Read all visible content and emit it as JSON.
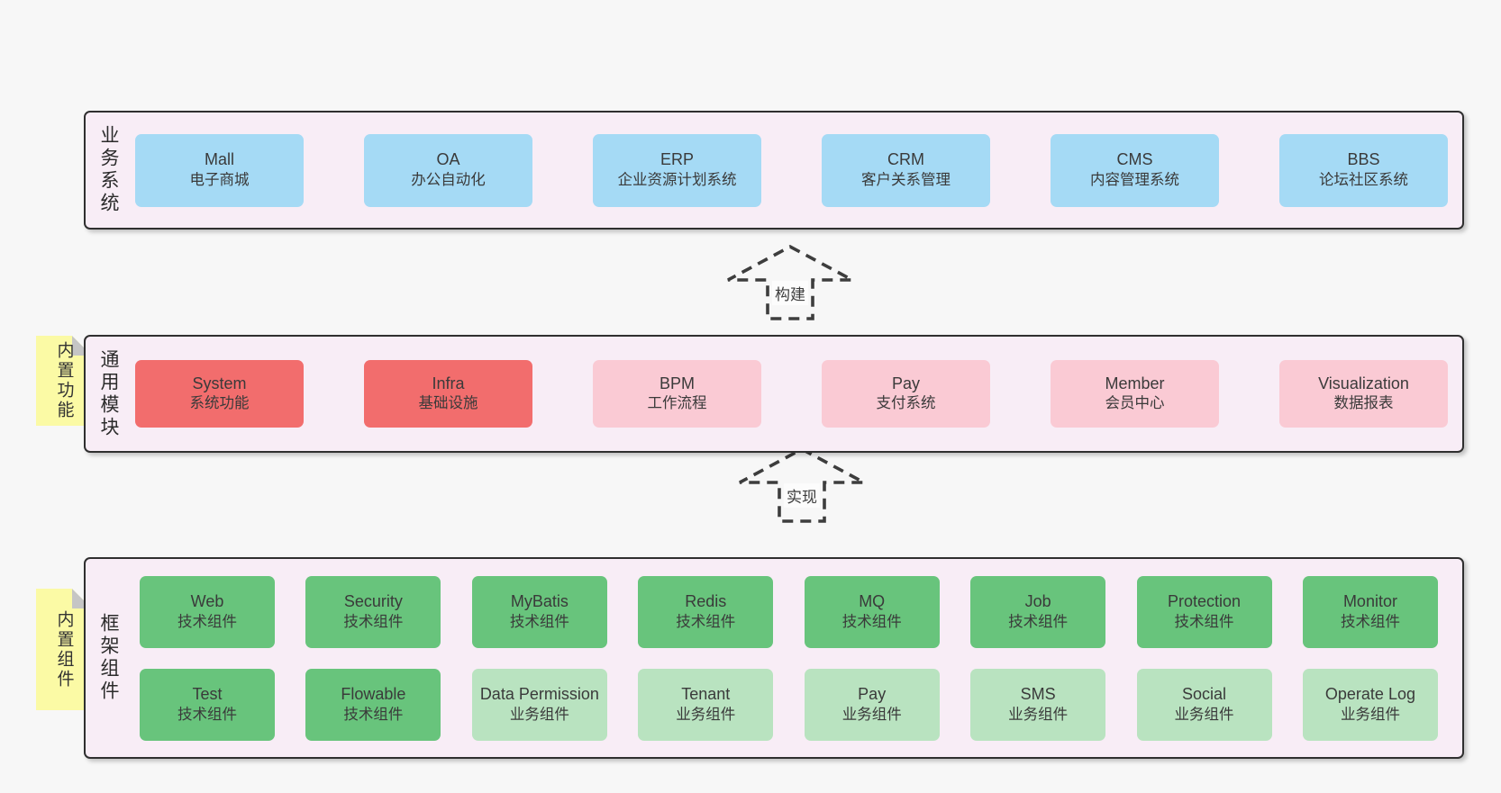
{
  "page": {
    "background": "#f7f7f7"
  },
  "colors": {
    "band_bg": "#f8edf6",
    "band_border": "#2f2f2f",
    "blue": "#a5daf5",
    "red": "#f26d6d",
    "pink": "#facad4",
    "green_dark": "#68c47c",
    "green_light": "#b9e3c0",
    "sticky_yellow": "#fbfaa5",
    "sticky_fold": "#c5c5c5",
    "text": "#3a3a3a"
  },
  "stickies": [
    {
      "label": "内置功能"
    },
    {
      "label": "内置组件"
    }
  ],
  "arrows": [
    {
      "label": "构建"
    },
    {
      "label": "实现"
    }
  ],
  "bands": [
    {
      "label": "业务系统",
      "rows": [
        [
          {
            "en": "Mall",
            "zh": "电子商城",
            "variant": "blue"
          },
          {
            "en": "OA",
            "zh": "办公自动化",
            "variant": "blue"
          },
          {
            "en": "ERP",
            "zh": "企业资源计划系统",
            "variant": "blue"
          },
          {
            "en": "CRM",
            "zh": "客户关系管理",
            "variant": "blue"
          },
          {
            "en": "CMS",
            "zh": "内容管理系统",
            "variant": "blue"
          },
          {
            "en": "BBS",
            "zh": "论坛社区系统",
            "variant": "blue"
          }
        ]
      ]
    },
    {
      "label": "通用模块",
      "rows": [
        [
          {
            "en": "System",
            "zh": "系统功能",
            "variant": "red"
          },
          {
            "en": "Infra",
            "zh": "基础设施",
            "variant": "red"
          },
          {
            "en": "BPM",
            "zh": "工作流程",
            "variant": "pink"
          },
          {
            "en": "Pay",
            "zh": "支付系统",
            "variant": "pink"
          },
          {
            "en": "Member",
            "zh": "会员中心",
            "variant": "pink"
          },
          {
            "en": "Visualization",
            "zh": "数据报表",
            "variant": "pink"
          }
        ]
      ]
    },
    {
      "label": "框架组件",
      "rows": [
        [
          {
            "en": "Web",
            "zh": "技术组件",
            "variant": "green-dark"
          },
          {
            "en": "Security",
            "zh": "技术组件",
            "variant": "green-dark"
          },
          {
            "en": "MyBatis",
            "zh": "技术组件",
            "variant": "green-dark"
          },
          {
            "en": "Redis",
            "zh": "技术组件",
            "variant": "green-dark"
          },
          {
            "en": "MQ",
            "zh": "技术组件",
            "variant": "green-dark"
          },
          {
            "en": "Job",
            "zh": "技术组件",
            "variant": "green-dark"
          },
          {
            "en": "Protection",
            "zh": "技术组件",
            "variant": "green-dark"
          },
          {
            "en": "Monitor",
            "zh": "技术组件",
            "variant": "green-dark"
          }
        ],
        [
          {
            "en": "Test",
            "zh": "技术组件",
            "variant": "green-dark"
          },
          {
            "en": "Flowable",
            "zh": "技术组件",
            "variant": "green-dark"
          },
          {
            "en": "Data Permission",
            "zh": "业务组件",
            "variant": "green-light"
          },
          {
            "en": "Tenant",
            "zh": "业务组件",
            "variant": "green-light"
          },
          {
            "en": "Pay",
            "zh": "业务组件",
            "variant": "green-light"
          },
          {
            "en": "SMS",
            "zh": "业务组件",
            "variant": "green-light"
          },
          {
            "en": "Social",
            "zh": "业务组件",
            "variant": "green-light"
          },
          {
            "en": "Operate Log",
            "zh": "业务组件",
            "variant": "green-light"
          }
        ]
      ]
    }
  ]
}
